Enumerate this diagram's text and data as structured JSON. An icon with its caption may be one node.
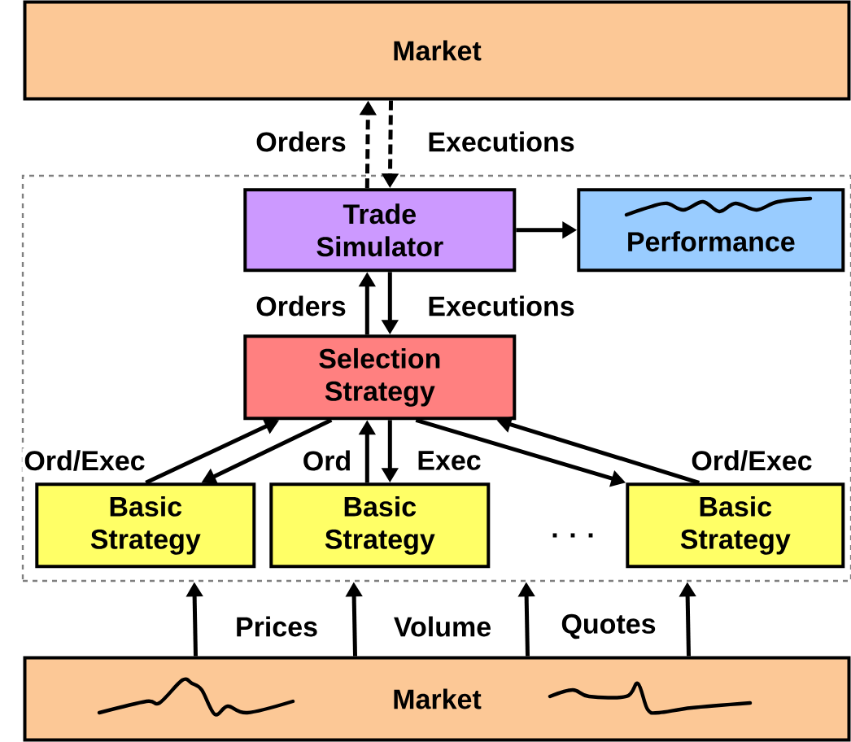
{
  "diagram": {
    "nodes": [
      {
        "text": [
          "Market"
        ]
      },
      {
        "text": [],
        "shape": "box"
      },
      {
        "text": [
          "Trade Simulator"
        ],
        "in": 1
      },
      {
        "text": [
          "Performance"
        ],
        "in": 1
      },
      {
        "text": [
          "Selection Strategy"
        ],
        "in": 1
      },
      {
        "text": [
          "Basic Strategy"
        ],
        "in": 1
      },
      {
        "text": [
          "Basic Strategy"
        ],
        "in": 1
      },
      {
        "text": [
          "Basic Strategy"
        ],
        "in": 1
      },
      {
        "text": [
          "Market"
        ]
      }
    ],
    "edges": [
      {
        "from": 2,
        "to": 0,
        "arrow": "to",
        "style": "dashed",
        "label": "Orders"
      },
      {
        "from": 0,
        "to": 2,
        "arrow": "to",
        "style": "dashed",
        "label": "Executions"
      },
      {
        "from": 2,
        "to": 3,
        "arrow": "to"
      },
      {
        "from": 4,
        "to": 2,
        "arrow": "to",
        "label": "Orders"
      },
      {
        "from": 2,
        "to": 4,
        "arrow": "to",
        "label": "Executions"
      },
      {
        "from": 5,
        "to": 4,
        "arrow": "to",
        "label": "Ord/Exec"
      },
      {
        "from": 4,
        "to": 5,
        "arrow": "to"
      },
      {
        "from": 6,
        "to": 4,
        "arrow": "to",
        "label": "Ord"
      },
      {
        "from": 4,
        "to": 6,
        "arrow": "to",
        "label": "Exec"
      },
      {
        "from": 4,
        "to": 7,
        "arrow": "to"
      },
      {
        "from": 7,
        "to": 4,
        "arrow": "to",
        "label": "Ord/Exec"
      },
      {
        "from": 8,
        "to": 1,
        "arrow": "to"
      },
      {
        "from": 8,
        "to": 1,
        "arrow": "to"
      },
      {
        "from": 8,
        "to": 1,
        "arrow": "to"
      },
      {
        "from": 8,
        "to": 1,
        "arrow": "to"
      }
    ],
    "labels": [
      ". . .",
      "Prices",
      "Volume",
      "Quotes"
    ]
  }
}
